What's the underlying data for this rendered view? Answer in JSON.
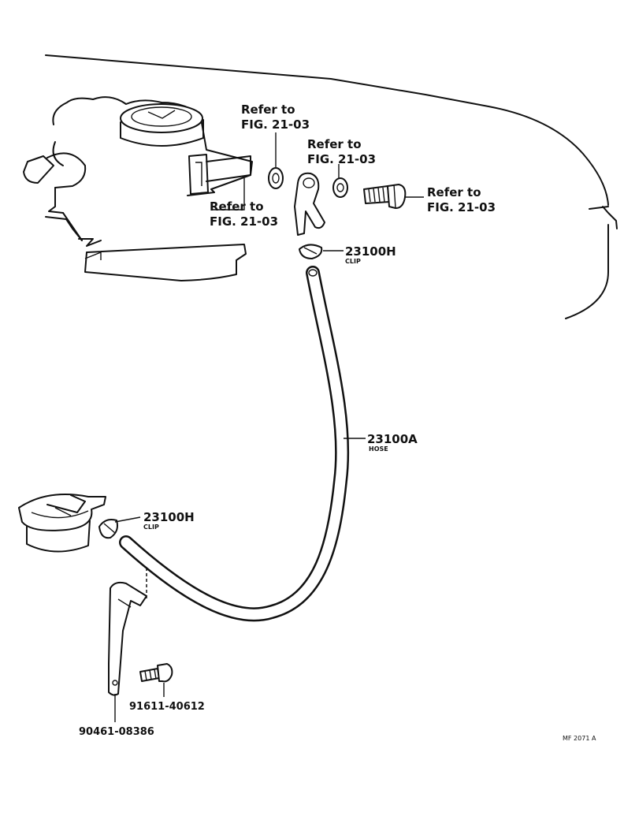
{
  "labels": {
    "refer_washer_1": [
      "Refer to",
      "FIG. 21-03"
    ],
    "refer_carb": [
      "Refer to",
      "FIG. 21-03"
    ],
    "refer_washer_2": [
      "Refer to",
      "FIG. 21-03"
    ],
    "refer_bolt": [
      "Refer to",
      "FIG. 21-03"
    ],
    "clip_top": {
      "part": "23100H",
      "name": "CLIP"
    },
    "hose": {
      "part": "23100A",
      "name": "HOSE"
    },
    "clip_bottom": {
      "part": "23100H",
      "name": "CLIP"
    },
    "screw": "91611-40612",
    "bracket": "90461-08386",
    "figure_code": "MF 2071 A"
  }
}
